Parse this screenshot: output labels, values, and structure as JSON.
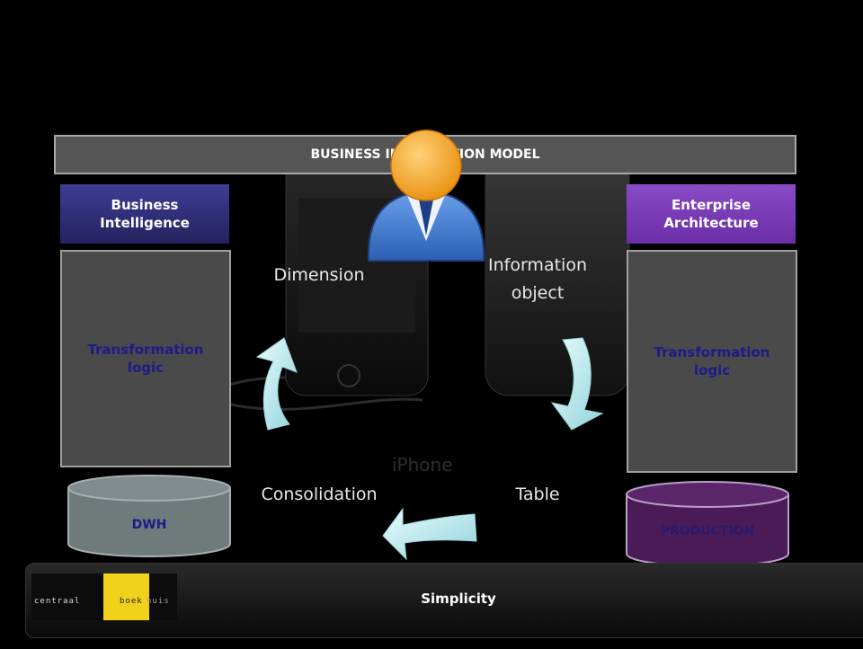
{
  "banner": {
    "title": "BUSINESS INFORMATION MODEL"
  },
  "left": {
    "header": "Business Intelligence",
    "panel": "Transformation logic",
    "db": "DWH"
  },
  "right": {
    "header": "Enterprise Architecture",
    "panel": "Transformation logic",
    "db": "PRODUCTION"
  },
  "cycle": {
    "dimension": "Dimension",
    "information_object": "Information object",
    "table": "Table",
    "consolidation": "Consolidation"
  },
  "background": {
    "watermark": "iPhone"
  },
  "footer": {
    "title": "Simplicity",
    "logo_left": "centraal",
    "logo_mid": "boek",
    "logo_right": "huis"
  },
  "colors": {
    "bi_header": "#2f2d7c",
    "ea_header": "#7b3fb8",
    "panel_text": "#1c1b8a",
    "arrow": "#bfeaee",
    "logo_yellow": "#f1d21b"
  }
}
